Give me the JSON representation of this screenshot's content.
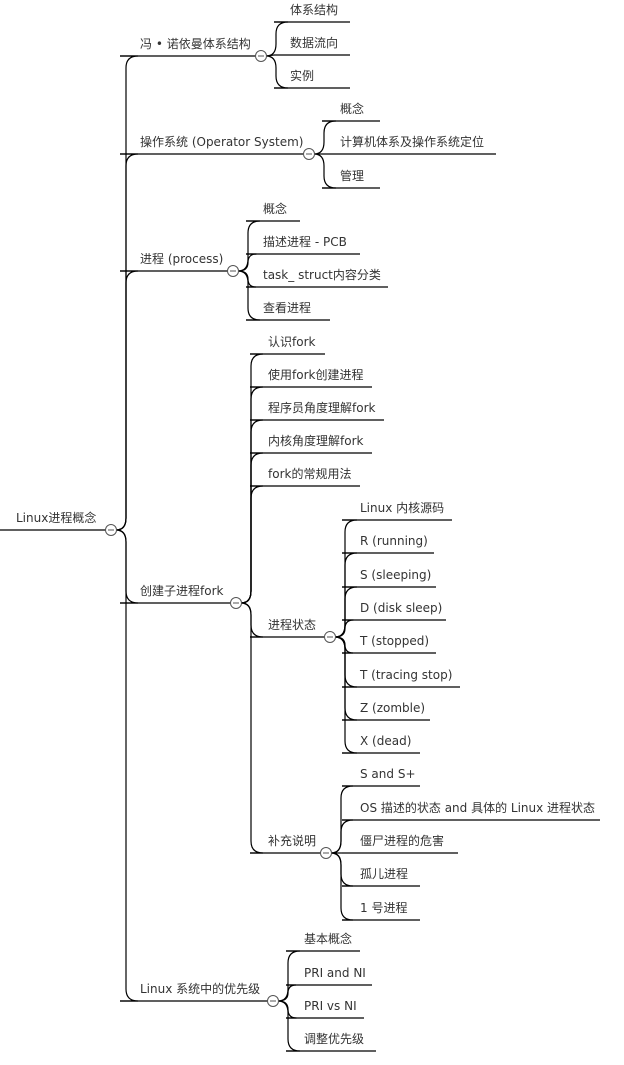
{
  "mindmap": {
    "root": "Linux进程概念",
    "branches": [
      {
        "label": "冯 • 诺依曼体系结构",
        "children": [
          "体系结构",
          "数据流向",
          "实例"
        ]
      },
      {
        "label": "操作系统 (Operator System)",
        "children": [
          "概念",
          "计算机体系及操作系统定位",
          "管理"
        ]
      },
      {
        "label": "进程 (process)",
        "children": [
          "概念",
          "描述进程 - PCB",
          "task_ struct内容分类",
          "查看进程"
        ]
      },
      {
        "label": "创建子进程fork",
        "children": [
          "认识fork",
          "使用fork创建进程",
          "程序员角度理解fork",
          "内核角度理解fork",
          "fork的常规用法"
        ],
        "groups": [
          {
            "label": "进程状态",
            "children": [
              "Linux 内核源码",
              "R (running)",
              "S (sleeping)",
              "D (disk sleep)",
              "T (stopped)",
              "T (tracing stop)",
              "Z (zomble)",
              "X (dead)"
            ]
          },
          {
            "label": "补充说明",
            "children": [
              "S and S+",
              "OS 描述的状态 and 具体的 Linux 进程状态",
              "僵尸进程的危害",
              "孤儿进程",
              "1 号进程"
            ]
          }
        ]
      },
      {
        "label": "Linux 系统中的优先级",
        "children": [
          "基本概念",
          "PRI and NI",
          "PRI vs NI",
          "调整优先级"
        ]
      }
    ]
  }
}
